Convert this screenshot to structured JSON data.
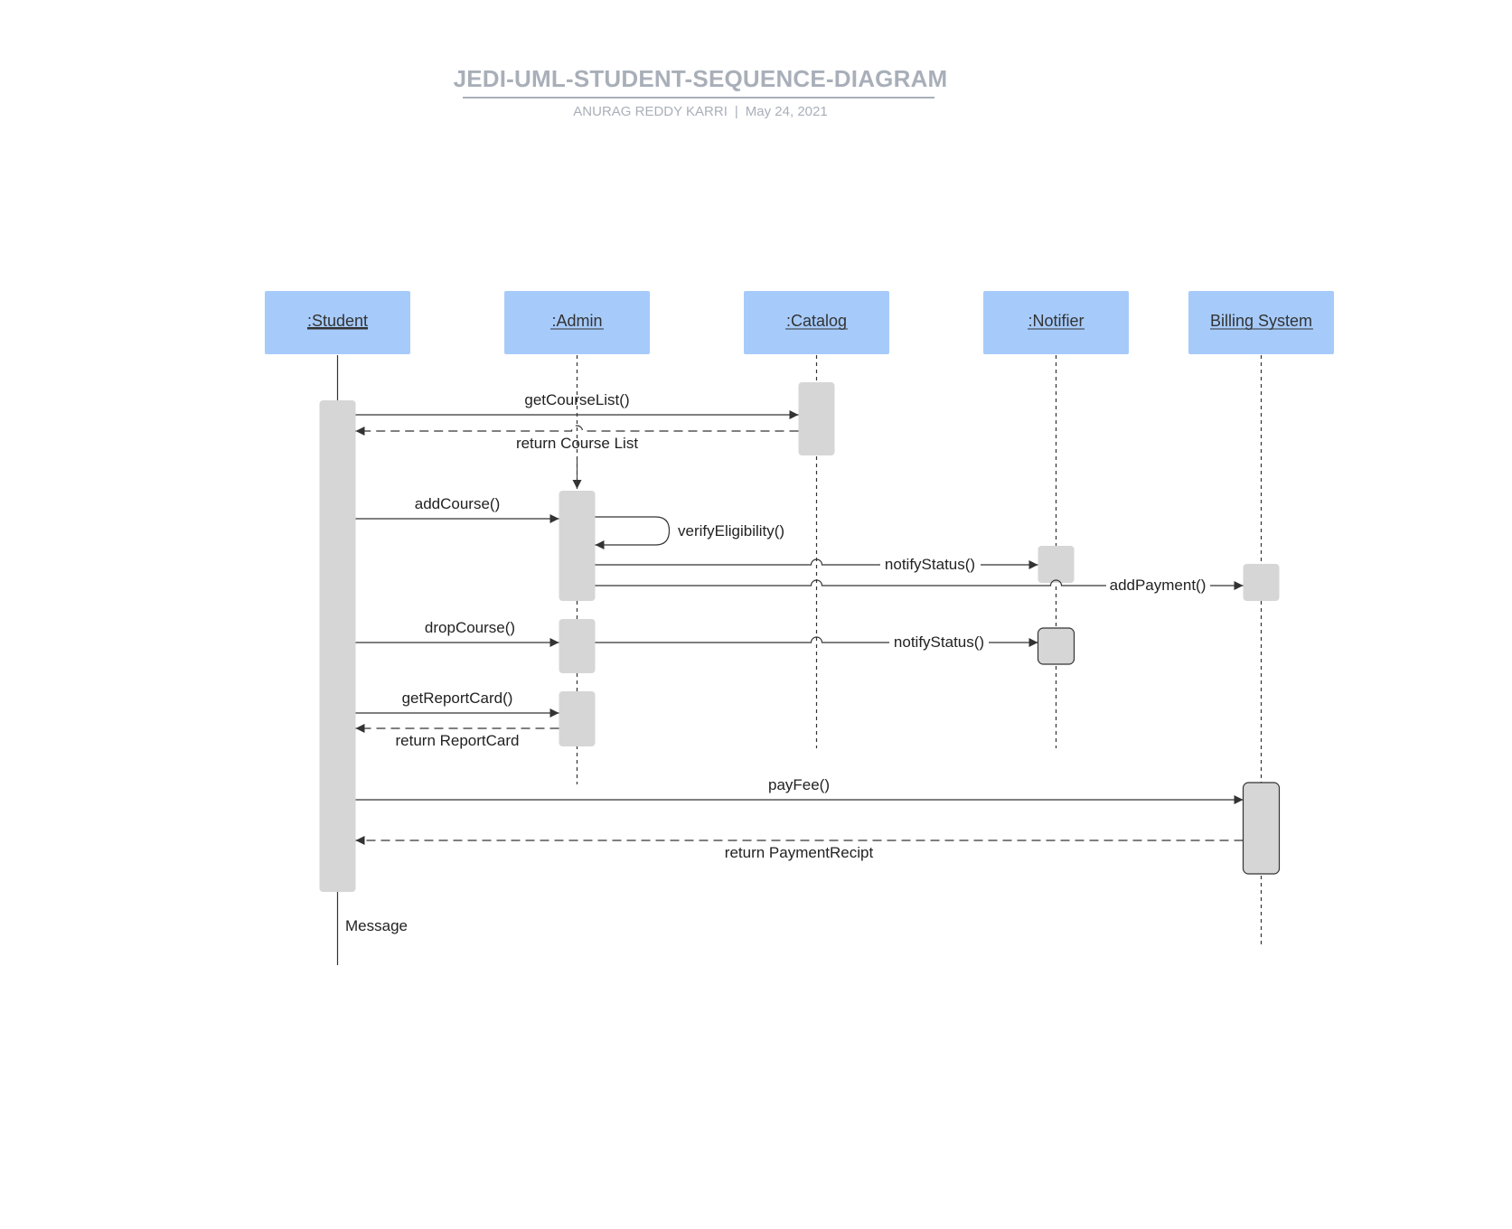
{
  "title": "JEDI-UML-STUDENT-SEQUENCE-DIAGRAM",
  "author": "ANURAG REDDY KARRI",
  "separator": "|",
  "date": "May 24, 2021",
  "colors": {
    "header_fill": "#a6cbfb",
    "activation_fill": "#d6d6d6",
    "line": "#333333",
    "title": "#a9afb9"
  },
  "lifelines": [
    {
      "id": "student",
      "label": ":Student"
    },
    {
      "id": "admin",
      "label": ":Admin"
    },
    {
      "id": "catalog",
      "label": ":Catalog"
    },
    {
      "id": "notifier",
      "label": ":Notifier"
    },
    {
      "id": "billing",
      "label": "Billing System"
    }
  ],
  "messages": [
    {
      "id": "getCourseList",
      "label": "getCourseList()",
      "from": "student",
      "to": "catalog",
      "kind": "call"
    },
    {
      "id": "returnCourseList",
      "label": "return Course List",
      "from": "catalog",
      "to": "student",
      "kind": "return"
    },
    {
      "id": "addCourse",
      "label": "addCourse()",
      "from": "student",
      "to": "admin",
      "kind": "call"
    },
    {
      "id": "verifyEligibility",
      "label": "verifyEligibility()",
      "from": "admin",
      "to": "admin",
      "kind": "self"
    },
    {
      "id": "notifyStatus1",
      "label": "notifyStatus()",
      "from": "admin",
      "to": "notifier",
      "kind": "call"
    },
    {
      "id": "addPayment",
      "label": "addPayment()",
      "from": "admin",
      "to": "billing",
      "kind": "call"
    },
    {
      "id": "dropCourse",
      "label": "dropCourse()",
      "from": "student",
      "to": "admin",
      "kind": "call"
    },
    {
      "id": "notifyStatus2",
      "label": "notifyStatus()",
      "from": "admin",
      "to": "notifier",
      "kind": "call"
    },
    {
      "id": "getReportCard",
      "label": "getReportCard()",
      "from": "student",
      "to": "admin",
      "kind": "call"
    },
    {
      "id": "returnReportCard",
      "label": "return ReportCard",
      "from": "admin",
      "to": "student",
      "kind": "return"
    },
    {
      "id": "payFee",
      "label": "payFee()",
      "from": "student",
      "to": "billing",
      "kind": "call"
    },
    {
      "id": "returnPaymentRecipt",
      "label": "return PaymentRecipt",
      "from": "billing",
      "to": "student",
      "kind": "return"
    }
  ],
  "note": "Message"
}
